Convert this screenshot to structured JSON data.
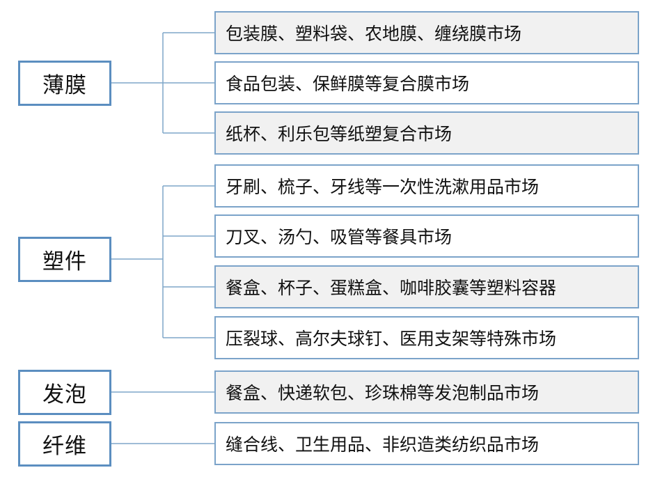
{
  "colors": {
    "category_border": "#5b8ec0",
    "item_border": "#7ba3c9",
    "connector": "#7ea6c9",
    "shaded_fill": "#f1f1f1"
  },
  "groups": [
    {
      "label": "薄膜",
      "items": [
        {
          "text": "包装膜、塑料袋、农地膜、缠绕膜市场",
          "shaded": true
        },
        {
          "text": "食品包装、保鲜膜等复合膜市场",
          "shaded": false
        },
        {
          "text": "纸杯、利乐包等纸塑复合市场",
          "shaded": true
        }
      ]
    },
    {
      "label": "塑件",
      "items": [
        {
          "text": "牙刷、梳子、牙线等一次性洗漱用品市场",
          "shaded": false
        },
        {
          "text": "刀叉、汤勺、吸管等餐具市场",
          "shaded": false
        },
        {
          "text": "餐盒、杯子、蛋糕盒、咖啡胶囊等塑料容器",
          "shaded": true
        },
        {
          "text": "压裂球、高尔夫球钉、医用支架等特殊市场",
          "shaded": false
        }
      ]
    },
    {
      "label": "发泡",
      "items": [
        {
          "text": "餐盒、快递软包、珍珠棉等发泡制品市场",
          "shaded": true
        }
      ]
    },
    {
      "label": "纤维",
      "items": [
        {
          "text": "缝合线、卫生用品、非织造类纺织品市场",
          "shaded": false
        }
      ]
    }
  ]
}
